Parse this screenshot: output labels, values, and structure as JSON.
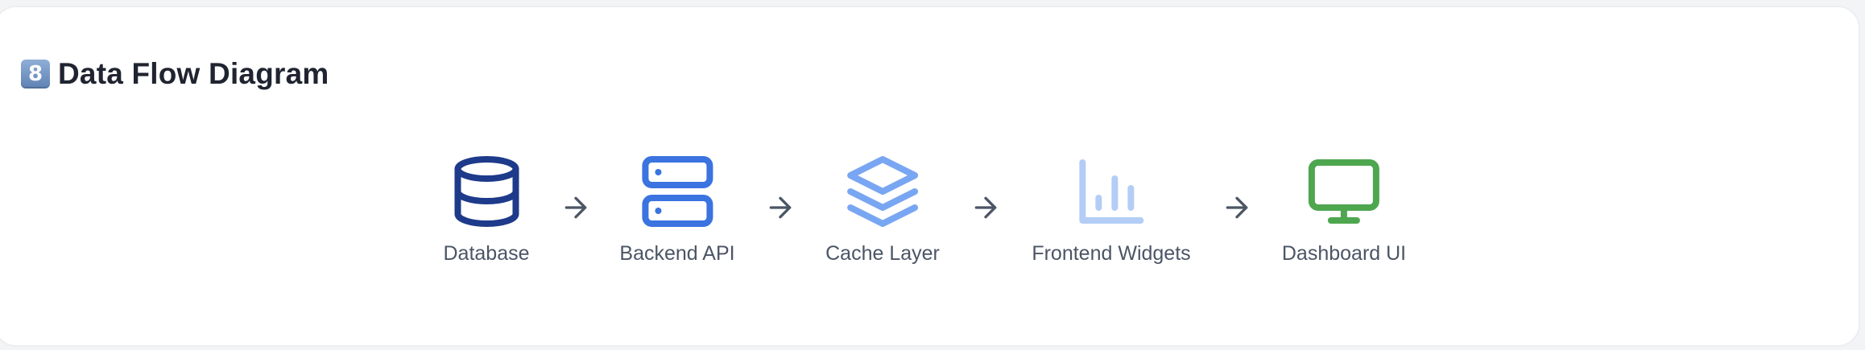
{
  "section": {
    "badge": "8",
    "title": "Data Flow Diagram"
  },
  "colors": {
    "database": "#1e3a8a",
    "backend": "#3b73e0",
    "cache": "#79a6f2",
    "frontend": "#b3cdf6",
    "dashboard": "#4ea64f",
    "arrow": "#4b5565"
  },
  "flow": {
    "nodes": [
      {
        "label": "Database",
        "icon": "database-icon"
      },
      {
        "label": "Backend API",
        "icon": "server-icon"
      },
      {
        "label": "Cache Layer",
        "icon": "layers-icon"
      },
      {
        "label": "Frontend Widgets",
        "icon": "bar-chart-icon"
      },
      {
        "label": "Dashboard UI",
        "icon": "monitor-icon"
      }
    ],
    "arrow_icon": "arrow-right-icon"
  }
}
